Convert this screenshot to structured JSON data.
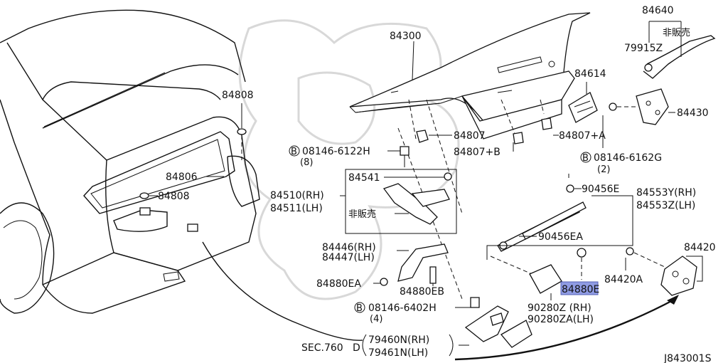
{
  "diagram": {
    "drawing_code": "J843001S",
    "sec_ref": "SEC.760",
    "sec_letter": "D",
    "not_sold": "非販売",
    "labels": {
      "trunk_lid": "84300",
      "part_84640": "84640",
      "part_79915z": "79915Z",
      "part_84614": "84614",
      "part_84430": "84430",
      "part_84808_top": "84808",
      "part_84808_mid": "84808",
      "part_84806": "84806",
      "part_84807": "84807",
      "part_84807a": "84807+A",
      "part_84807b": "84807+B",
      "bolt_6122h": "08146-6122H",
      "bolt_6122h_qty": "(8)",
      "bolt_6162g": "08146-6162G",
      "bolt_6162g_qty": "(2)",
      "bolt_6402h": "08146-6402H",
      "bolt_6402h_qty": "(4)",
      "bolt_prefix": "B",
      "part_84541": "84541",
      "part_84510": "84510(RH)",
      "part_84511": "84511(LH)",
      "part_90456e": "90456E",
      "part_90456ea": "90456EA",
      "part_84553y": "84553Y(RH)",
      "part_84553z": "84553Z(LH)",
      "part_84446": "84446(RH)",
      "part_84447": "84447(LH)",
      "part_84880ea": "84880EA",
      "part_84880eb": "84880EB",
      "part_84880e": "84880E",
      "part_84420": "84420",
      "part_84420a": "84420A",
      "part_90280z": "90280Z (RH)",
      "part_90280za": "90280ZA(LH)",
      "part_79460n": "79460N(RH)",
      "part_79461n": "79461N(LH)"
    },
    "highlight_color": "#8f9be3"
  }
}
